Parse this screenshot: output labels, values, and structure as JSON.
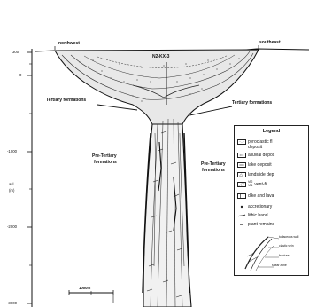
{
  "diagram": {
    "direction_left": "northwest",
    "direction_right": "southeast",
    "drillhole": "N2-KX-3",
    "axis": {
      "ticks": [
        "300",
        "0",
        "-1000",
        "-2000",
        "-3000"
      ],
      "label_line1": "asl",
      "label_line2": "(m)"
    },
    "formations": {
      "tertiary_left": "Tertiary formations",
      "tertiary_right": "Tertiary formations",
      "pre_tertiary_left_1": "Pre-Tertiary",
      "pre_tertiary_left_2": "formations",
      "pre_tertiary_right_1": "Pre-Tertiary",
      "pre_tertiary_right_2": "formations"
    },
    "scale_bar": "1000m",
    "legend": {
      "title": "Legend",
      "items": [
        {
          "label": "pyroclastic fl",
          "label2": "deposit",
          "pattern": "dots"
        },
        {
          "label": "alluvial depos",
          "pattern": "coarse"
        },
        {
          "label": "lake deposit",
          "pattern": "lines"
        },
        {
          "label": "landslide dep",
          "pattern": "blocks"
        },
        {
          "label": "vent-fil",
          "code1": "VI2",
          "code2": "VI1",
          "pattern": "hatch"
        },
        {
          "label": "dike and lava",
          "pattern": "dike"
        },
        {
          "label": "accretionary",
          "pattern": "dot"
        },
        {
          "label": "lithic band",
          "pattern": "band"
        },
        {
          "label": "plant remains",
          "pattern": "plant"
        }
      ],
      "inset_labels": [
        "tuffaceous wall",
        "clastic vein",
        "fracture",
        "shear zone"
      ]
    }
  }
}
